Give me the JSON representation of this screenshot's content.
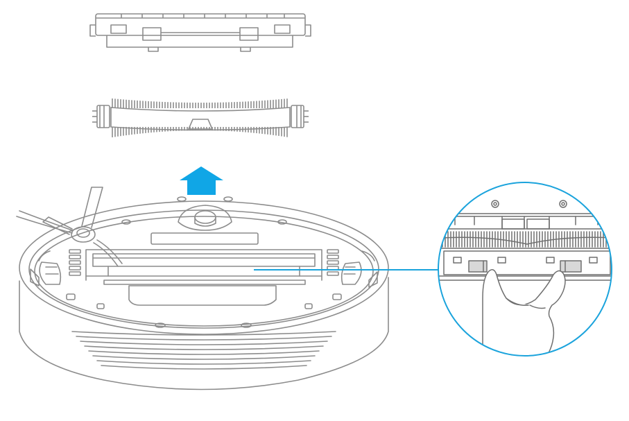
{
  "diagram": {
    "kind": "robot-vacuum-main-brush-removal",
    "parts": [
      "brush-cover",
      "main-brush",
      "robot-vacuum-underside",
      "detail-magnifier"
    ],
    "colors": {
      "line": "#8c8c8c",
      "line_dark": "#6f6f6f",
      "accent": "#1aa3dc",
      "arrow": "#10a6e6",
      "background": "#ffffff"
    },
    "icons": {
      "direction": "up-arrow-icon",
      "hand": "hand-icon"
    }
  }
}
